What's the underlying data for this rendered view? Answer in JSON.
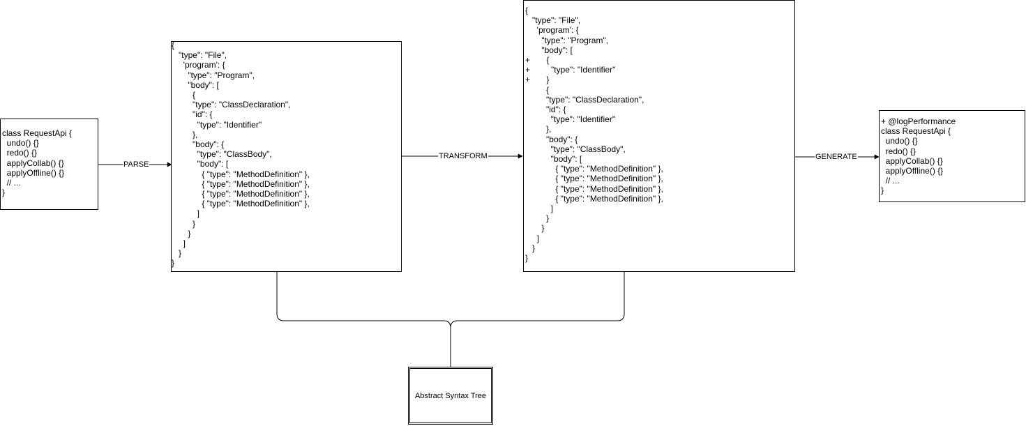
{
  "source_code": {
    "lines": [
      "class RequestApi {",
      "  undo() {}",
      "  redo() {}",
      "  applyCollab() {}",
      "  applyOffline() {}",
      "  // ...",
      "}"
    ]
  },
  "edges": {
    "parse_label": "PARSE",
    "transform_label": "TRANSFORM",
    "generate_label": "GENERATE"
  },
  "ast_original": {
    "lines": [
      "{",
      "   \"type\": \"File\",",
      "     'program': {",
      "       \"type\": \"Program\",",
      "       \"body\": [",
      "         {",
      "         \"type\": \"ClassDeclaration\",",
      "         \"id\": {",
      "           \"type\": \"Identifier\"",
      "         },",
      "         \"body\": {",
      "           \"type\": \"ClassBody\",",
      "           \"body\": [",
      "             { \"type\": \"MethodDefinition\" },",
      "             { \"type\": \"MethodDefinition\" },",
      "             { \"type\": \"MethodDefinition\" },",
      "             { \"type\": \"MethodDefinition\" },",
      "           ]",
      "         }",
      "       }",
      "     ]",
      "   }",
      "}"
    ]
  },
  "ast_transformed": {
    "lines": [
      "{",
      "   \"type\": \"File\",",
      "     'program': {",
      "       \"type\": \"Program\",",
      "       \"body\": [",
      "+       {",
      "+         \"type\": \"Identifier\"",
      "+       }",
      "         {",
      "         \"type\": \"ClassDeclaration\",",
      "         \"id\": {",
      "           \"type\": \"Identifier\"",
      "         },",
      "         \"body\": {",
      "           \"type\": \"ClassBody\",",
      "           \"body\": [",
      "             { \"type\": \"MethodDefinition\" },",
      "             { \"type\": \"MethodDefinition\" },",
      "             { \"type\": \"MethodDefinition\" },",
      "             { \"type\": \"MethodDefinition\" },",
      "           ]",
      "         }",
      "       }",
      "     ]",
      "   }",
      "}"
    ]
  },
  "output_code": {
    "lines": [
      "+ @logPerformance",
      "class RequestApi {",
      "  undo() {}",
      "  redo() {}",
      "  applyCollab() {}",
      "  applyOffline() {}",
      "  // ...",
      "}"
    ]
  },
  "ast_caption": {
    "label": "Abstract Syntax Tree"
  }
}
